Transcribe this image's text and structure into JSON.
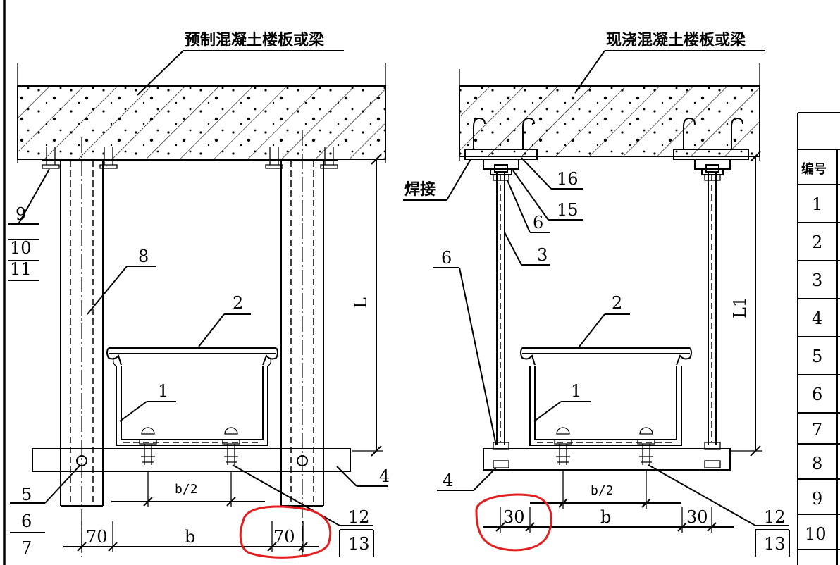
{
  "left_view": {
    "slab_title": "预制混凝土楼板或梁",
    "label_9": "9",
    "label_10": "10",
    "label_11": "11",
    "label_8": "8",
    "label_2": "2",
    "label_1": "1",
    "label_L": "L",
    "label_4": "4",
    "label_5": "5",
    "label_6": "6",
    "label_7": "7",
    "label_12": "12",
    "label_13": "13",
    "dim_half_b": "b/2",
    "dim_70_left": "70",
    "dim_b": "b",
    "dim_70_right": "70"
  },
  "right_view": {
    "slab_title": "现浇混凝土楼板或梁",
    "weld_label": "焊接",
    "label_16": "16",
    "label_15": "15",
    "label_6a": "6",
    "label_3": "3",
    "label_6b": "6",
    "label_2": "2",
    "label_1": "1",
    "label_L1": "L1",
    "label_4": "4",
    "label_12": "12",
    "label_13": "13",
    "dim_half_b": "b/2",
    "dim_30_left": "30",
    "dim_b": "b",
    "dim_30_right": "30"
  },
  "table": {
    "header": "编号",
    "numbers": [
      "1",
      "2",
      "3",
      "4",
      "5",
      "6",
      "7",
      "8",
      "9",
      "10"
    ]
  },
  "colors": {
    "line": "#000000",
    "highlight": "#e41e1e",
    "background": "#ffffff"
  }
}
